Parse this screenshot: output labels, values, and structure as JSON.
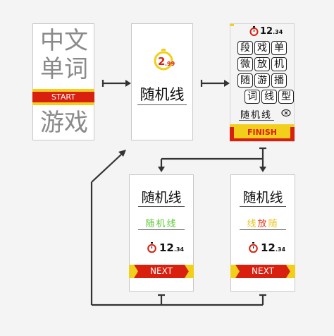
{
  "screen_start": {
    "title_line1": "中文",
    "title_line2": "单词",
    "title_line3": "游戏",
    "start_label": "START"
  },
  "screen_intro": {
    "timer_value": "2",
    "timer_fraction": ".99",
    "word": "随机线"
  },
  "screen_game": {
    "timer_int": "12",
    "timer_frac": ".34",
    "grid": [
      "段",
      "戏",
      "单",
      "微",
      "放",
      "机",
      "随",
      "游",
      "播",
      "词",
      "线",
      "型"
    ],
    "answer": "随机线",
    "finish_label": "FINISH"
  },
  "screen_correct": {
    "word": "随机线",
    "answer": "随机线",
    "answer_color": "#5ccc33",
    "timer_int": "12",
    "timer_frac": ".34",
    "next_label": "NEXT"
  },
  "screen_wrong": {
    "word": "随机线",
    "answer_chars": [
      "线",
      "放",
      "随"
    ],
    "answer_colors": [
      "#e8c51a",
      "#e83a1e",
      "#e8c51a"
    ],
    "timer_int": "12",
    "timer_frac": ".34",
    "next_label": "NEXT"
  },
  "colors": {
    "red": "#d9200f",
    "yellow": "#f1cf1b",
    "connector": "#333333"
  }
}
